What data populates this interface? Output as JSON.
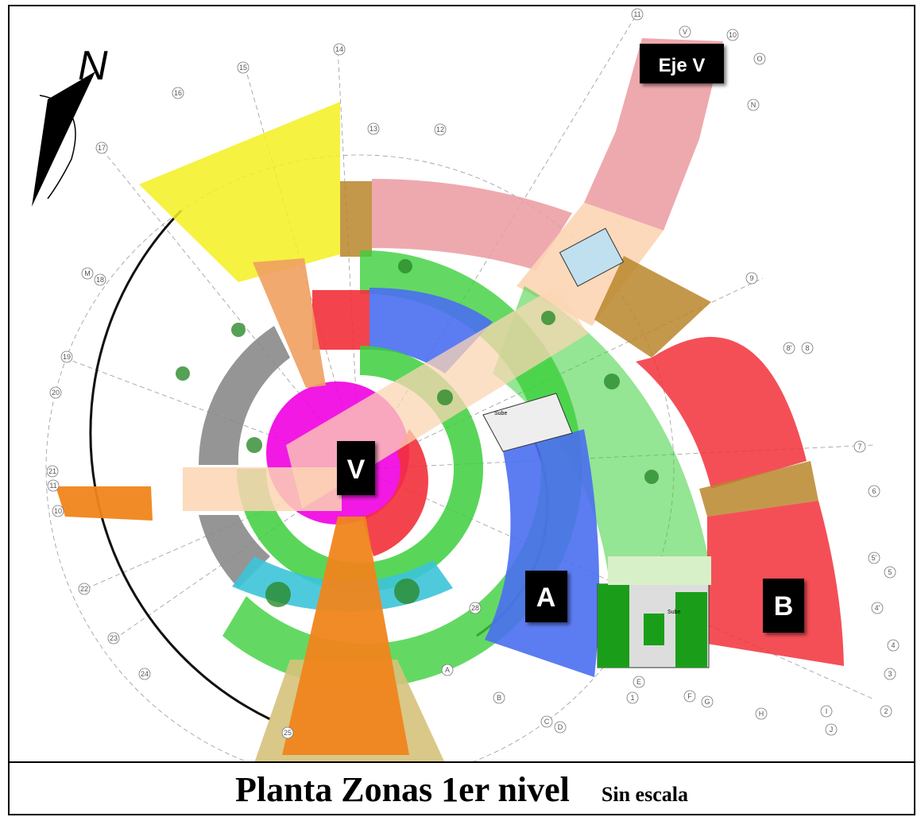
{
  "title": "Planta Zonas  1er nivel",
  "scale_note": "Sin escala",
  "north_symbol": "N",
  "zone_labels": {
    "center": "V",
    "axis": "Eje V",
    "zone_a": "A",
    "zone_b": "B"
  },
  "stair_label": "Sube",
  "grid_labels": {
    "ring_numbers": [
      "11",
      "V",
      "10",
      "O",
      "N",
      "9",
      "8'",
      "8",
      "7",
      "6",
      "5'",
      "5",
      "4'",
      "4",
      "3",
      "2",
      "J",
      "I",
      "H",
      "G",
      "F",
      "E",
      "1",
      "D",
      "C",
      "B",
      "A",
      "28",
      "25",
      "24",
      "23",
      "22",
      "10",
      "11",
      "21",
      "20",
      "19",
      "18",
      "M",
      "17",
      "16",
      "15",
      "14",
      "13",
      "12"
    ]
  },
  "colors": {
    "green": "#3ccf3c",
    "light_green": "#8be08b",
    "magenta": "#f000e0",
    "red": "#f2303a",
    "blue": "#4a6ef0",
    "yellow": "#f4f020",
    "pink": "#eb9aa0",
    "brown": "#b9862c",
    "orange": "#f0851c",
    "peach": "#fbd5b3",
    "gray": "#8a8a8a",
    "cyan": "#3cc4d8",
    "tan": "#d6c27c",
    "label_bg": "#000000"
  }
}
